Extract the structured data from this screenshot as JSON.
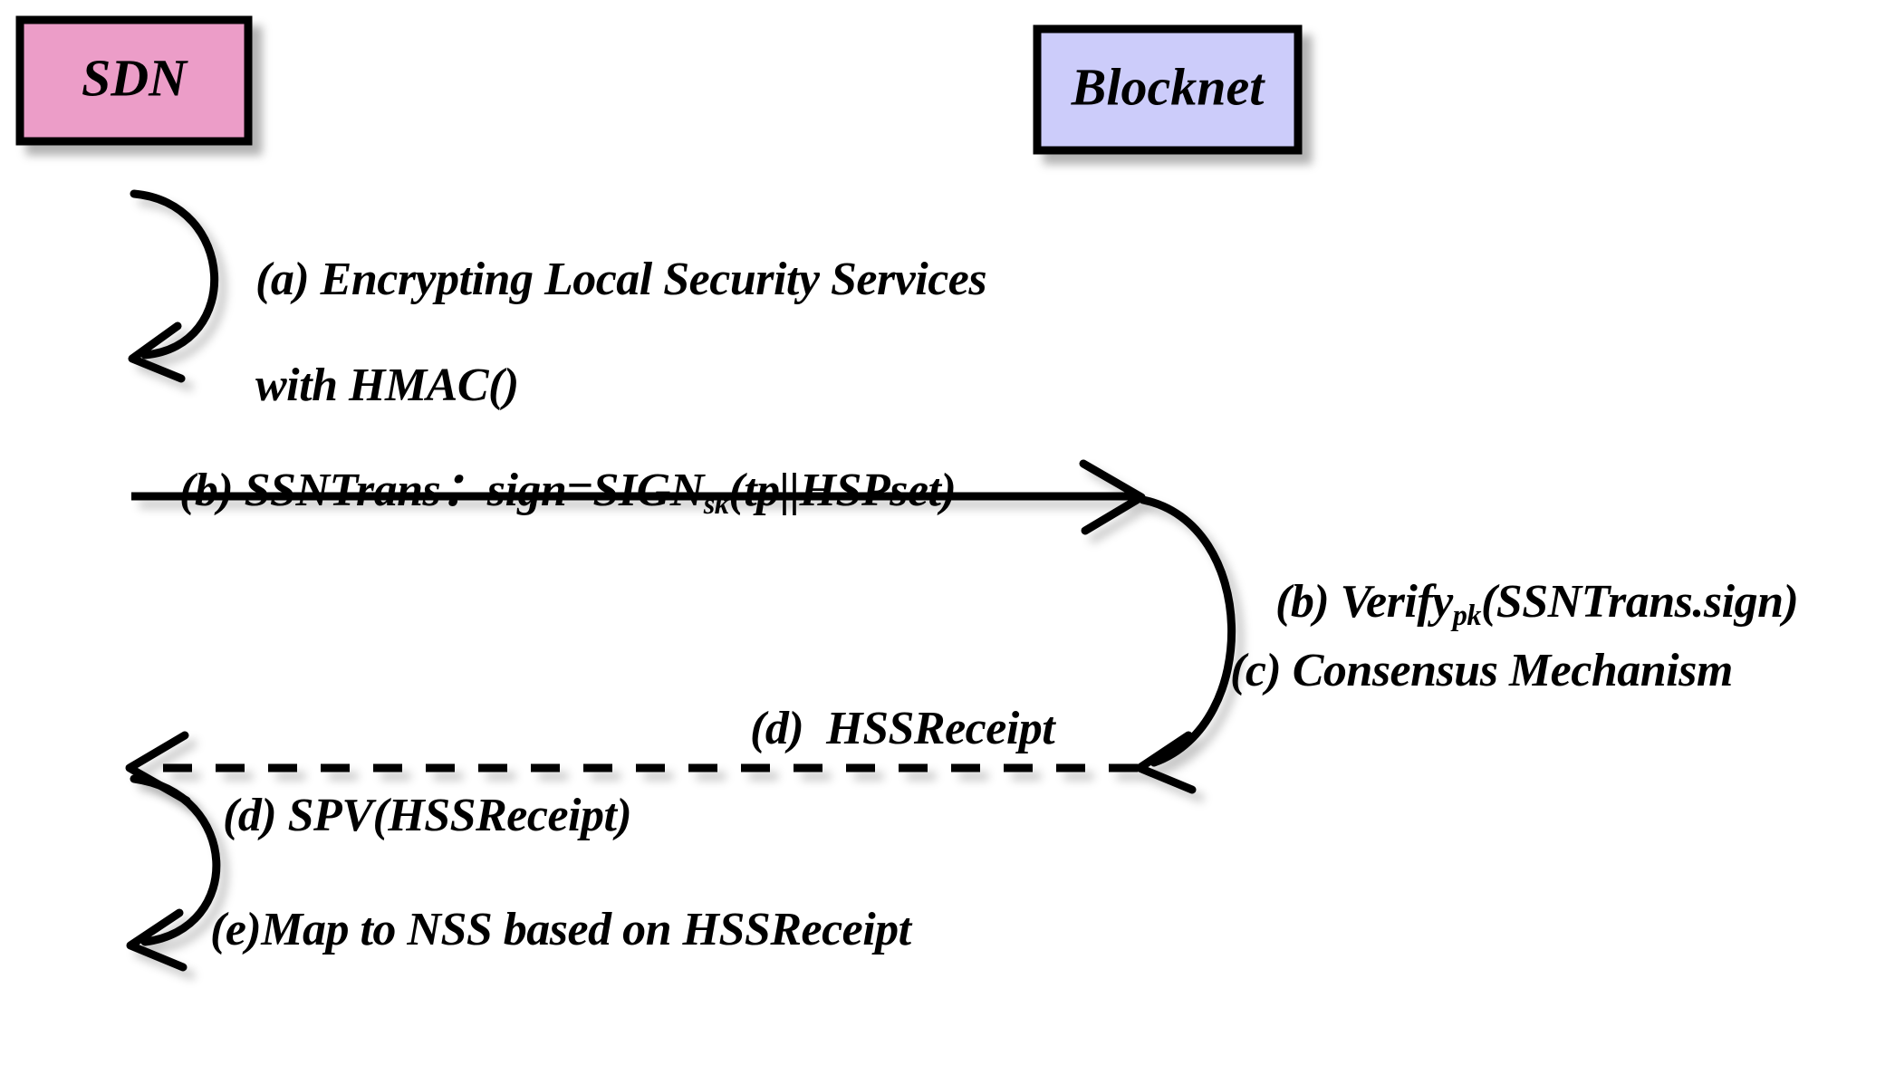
{
  "diagram": {
    "type": "uml-sequence-diagram",
    "background_color": "#FFFFFF",
    "line_color": "#000000"
  },
  "participants": [
    {
      "id": "sdn",
      "name": "SDN",
      "fill_color": "#EC9DC8",
      "border_color": "#000000"
    },
    {
      "id": "blocknet",
      "name": "Blocknet",
      "fill_color": "#CCCCFA",
      "border_color": "#000000"
    }
  ],
  "messages": [
    {
      "id": "msg-a",
      "kind": "self-loop",
      "actor": "sdn",
      "label_line1": "(a) Encrypting Local Security Services",
      "label_line2": "with HMAC()"
    },
    {
      "id": "msg-b-send",
      "kind": "solid-arrow",
      "from": "sdn",
      "to": "blocknet",
      "label_prefix": "(b) SSNTrans：sign=SIGN",
      "label_subscript": "sk",
      "label_suffix": "(tp||HSPset)"
    },
    {
      "id": "msg-b-verify",
      "kind": "self-loop",
      "actor": "blocknet",
      "label_prefix": "(b) Verify",
      "label_subscript": "pk",
      "label_suffix": "(SSNTrans.sign)"
    },
    {
      "id": "msg-c",
      "kind": "self-loop-label",
      "actor": "blocknet",
      "label": "(c) Consensus Mechanism"
    },
    {
      "id": "msg-d-receipt",
      "kind": "dashed-arrow",
      "from": "blocknet",
      "to": "sdn",
      "label": "(d)  HSSReceipt"
    },
    {
      "id": "msg-d-spv",
      "kind": "self-loop",
      "actor": "sdn",
      "label": "(d) SPV(HSSReceipt)"
    },
    {
      "id": "msg-e-map",
      "kind": "self-loop-label",
      "actor": "sdn",
      "label": "(e)Map to NSS based on HSSReceipt"
    }
  ]
}
